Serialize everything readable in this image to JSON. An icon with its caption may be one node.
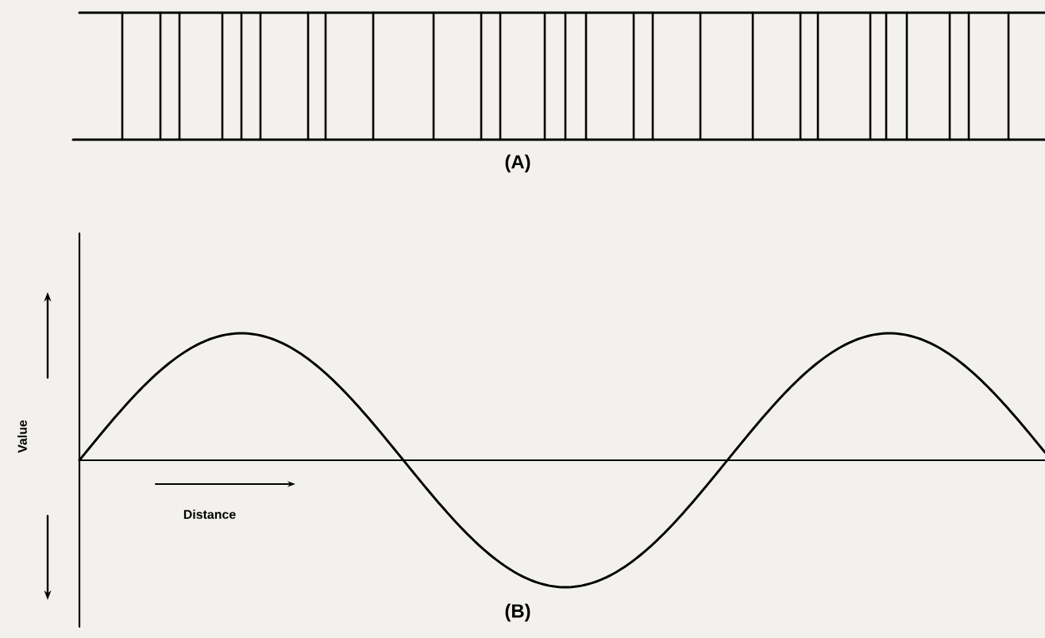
{
  "diagram": {
    "labels": [
      "(A)",
      "Value",
      "Distance",
      "(B)"
    ]
  }
}
